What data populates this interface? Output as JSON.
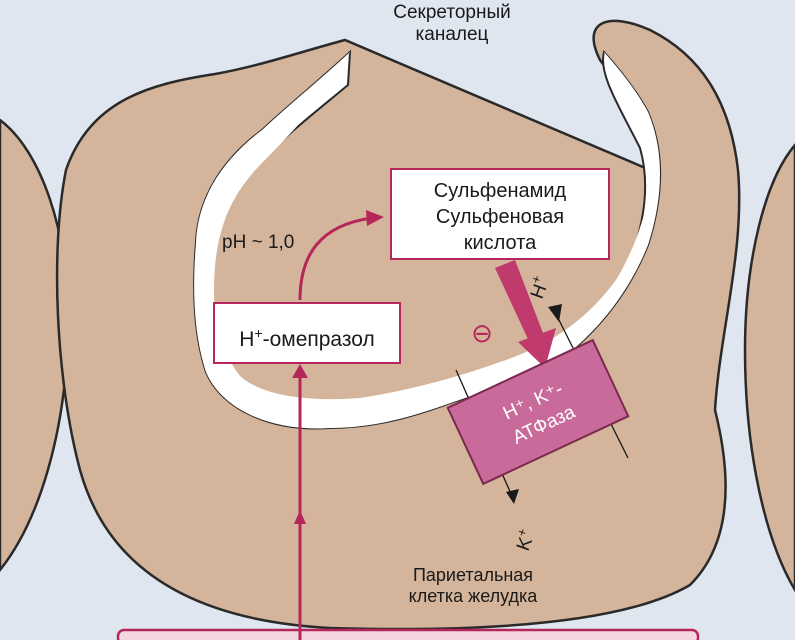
{
  "colors": {
    "background": "#dfe6ef",
    "cell": "#d4b59c",
    "cell_outline": "#2a2a2a",
    "accent": "#b5265a",
    "enzyme": "#c96b9a",
    "lumen": "#ffffff"
  },
  "labels": {
    "canal_line1": "Секреторный",
    "canal_line2": "каналец",
    "sulfen_line1": "Сульфенамид",
    "sulfen_line2": "Сульфеновая",
    "sulfen_line3": "кислота",
    "omeprazole_h": "H",
    "omeprazole_sup": "+",
    "omeprazole_rest": "-омепразол",
    "ph": "pH ~ 1,0",
    "inhibit": "⊖",
    "h_out": "H",
    "h_out_sup": "+",
    "enzyme_line1": "H⁺, K⁺-",
    "enzyme_line2": "АТФаза",
    "k_in": "K",
    "k_in_sup": "+",
    "cell_line1": "Париетальная",
    "cell_line2": "клетка желудка"
  }
}
